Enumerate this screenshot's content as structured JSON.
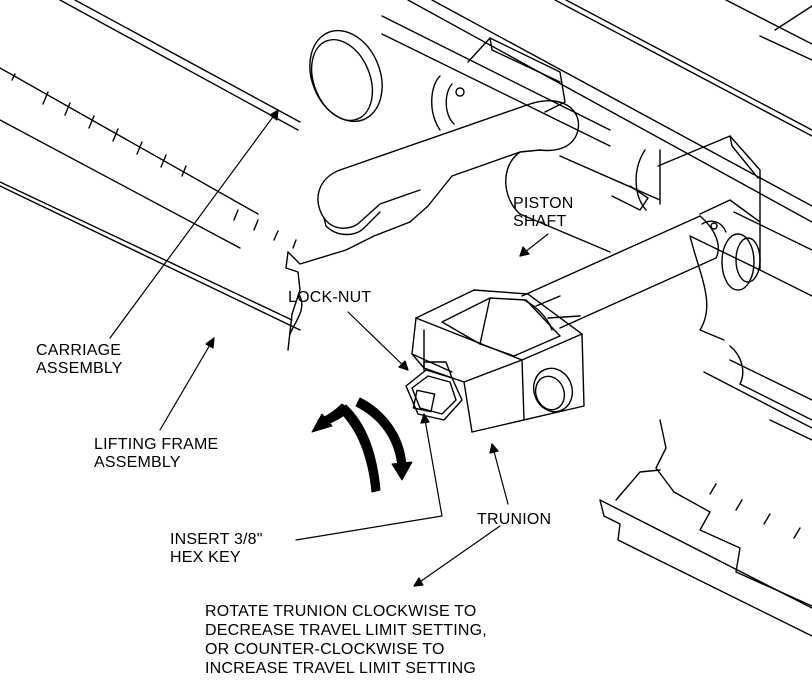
{
  "labels": {
    "piston_shaft": [
      "PISTON",
      "SHAFT"
    ],
    "lock_nut": [
      "LOCK-NUT"
    ],
    "carriage_assembly": [
      "CARRIAGE",
      "ASSEMBLY"
    ],
    "lifting_frame_assembly": [
      "LIFTING FRAME",
      "ASSEMBLY"
    ],
    "insert_hex_key": [
      "INSERT 3/8\"",
      "HEX KEY"
    ],
    "trunion": [
      "TRUNION"
    ],
    "note": [
      "ROTATE TRUNION CLOCKWISE TO",
      "DECREASE TRAVEL LIMIT SETTING,",
      "OR COUNTER-CLOCKWISE TO",
      "INCREASE TRAVEL LIMIT SETTING"
    ]
  },
  "colors": {
    "line": "#000000",
    "background": "#ffffff"
  }
}
